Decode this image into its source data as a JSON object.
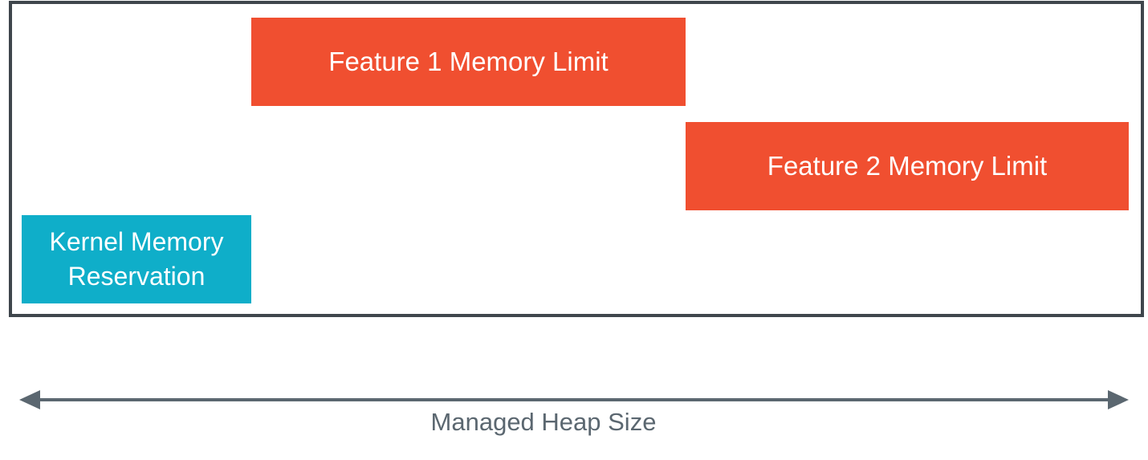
{
  "blocks": {
    "feature1": {
      "label": "Feature 1 Memory Limit"
    },
    "feature2": {
      "label": "Feature 2 Memory Limit"
    },
    "kernel": {
      "line1": "Kernel Memory",
      "line2": "Reservation"
    }
  },
  "axis": {
    "label": "Managed Heap Size"
  },
  "colors": {
    "feature": "#f04f30",
    "kernel": "#0faec9",
    "frame": "#3f464c",
    "axis": "#5b6770"
  }
}
